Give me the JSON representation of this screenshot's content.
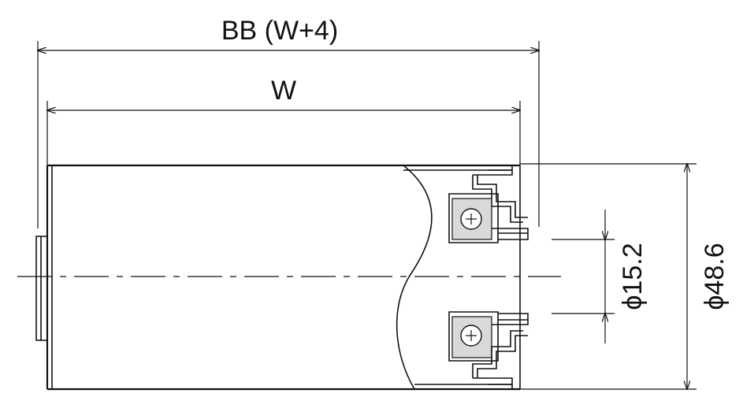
{
  "dimensions": {
    "overall_length": "BB (W+4)",
    "roller_width": "W",
    "shaft_diameter": "ϕ15.2",
    "tube_diameter": "ϕ48.6"
  },
  "colors": {
    "line": "#111111",
    "bearing_fill": "#d9d9d9",
    "background": "#ffffff"
  }
}
